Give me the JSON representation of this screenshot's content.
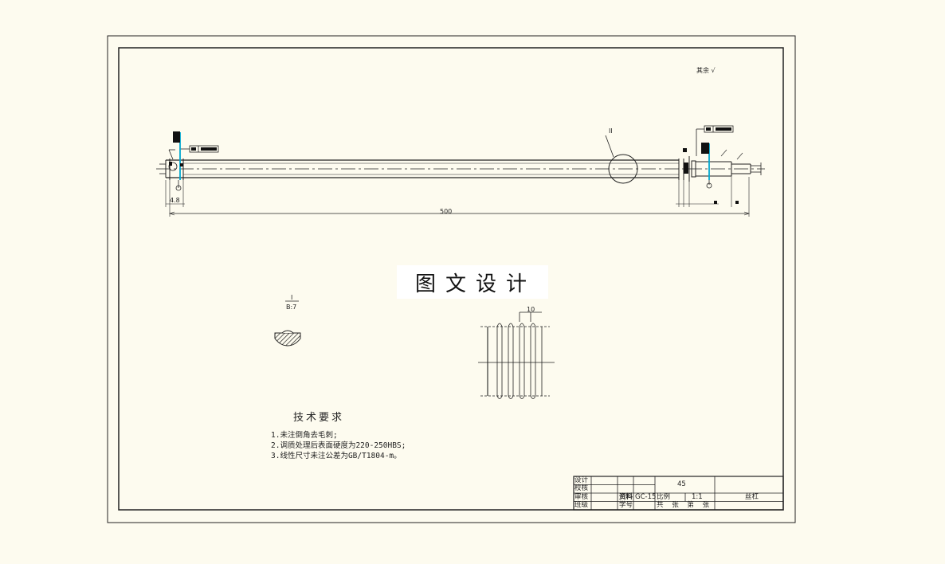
{
  "drawing": {
    "roughness_note": "其余",
    "watermark": "图文设计",
    "dimensions": {
      "overall_length": "500",
      "left_shoulder": "4.8",
      "detail_mark": "II",
      "section_mark": "I",
      "section_scale": "B:7",
      "pitch": "10"
    }
  },
  "technical_requirements": {
    "title": "技术要求",
    "items": [
      "1.未注倒角去毛刺;",
      "2.调质处理后表面硬度为220-250HBS;",
      "3.线性尺寸未注公差为GB/T1804-m。"
    ]
  },
  "title_block": {
    "row_labels": [
      "设计",
      "校核",
      "审核",
      "班级"
    ],
    "material": "45",
    "scale_label": "比例",
    "scale_value": "1:1",
    "part_name": "丝杠",
    "sheet_text": "共 张 第 张",
    "drawing_no": "GC-15",
    "stamp": "资料",
    "class_label": "学号"
  }
}
